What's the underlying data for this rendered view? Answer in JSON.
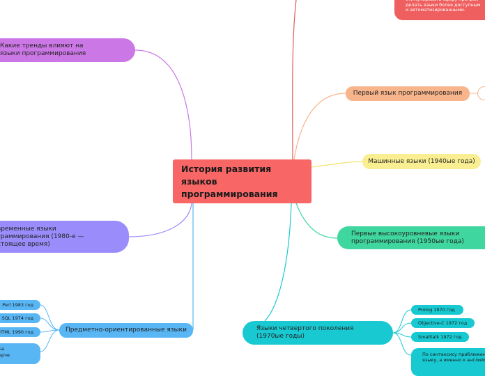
{
  "central": {
    "title": "История развития языков программирования"
  },
  "branches": {
    "trends": "Какие тренды влияют на языки программирования",
    "modern": "временные языки\nграммирования (1980-е —\nстоящее время)",
    "first_language": "Первый язык программирования",
    "machine": "Машинные языки (1940ые года)",
    "high_level": "Первые высокоуровневые языки программирования (1950ые года)",
    "domain_oriented": "Предметно-ориентированные языки",
    "fourth_gen": "Языки четвертого поколения (1970ые годы)",
    "top_note": "стимулировать сферу програм\nделать языки более доступным\nи автоматизированными."
  },
  "domain_leaves": [
    "Perl 1983 год",
    "SQL 1974 год",
    "HTML 1990 год",
    "на\nерче"
  ],
  "fourth_leaves": [
    "Prolog 1970 год",
    "Objective-C 1972 год",
    "Smalltalk 1972 год",
    "По синтаксису приближен\nязыку, а именно к английс"
  ],
  "colors": {
    "central": "#f86665",
    "trends": "#cc77e6",
    "modern": "#9a8cfb",
    "first_language": "#f8b48a",
    "machine": "#f9ee92",
    "high_level": "#3fd6a0",
    "domain_oriented": "#58b6f5",
    "fourth_gen": "#18c9d1",
    "top": "#f05f5f"
  }
}
